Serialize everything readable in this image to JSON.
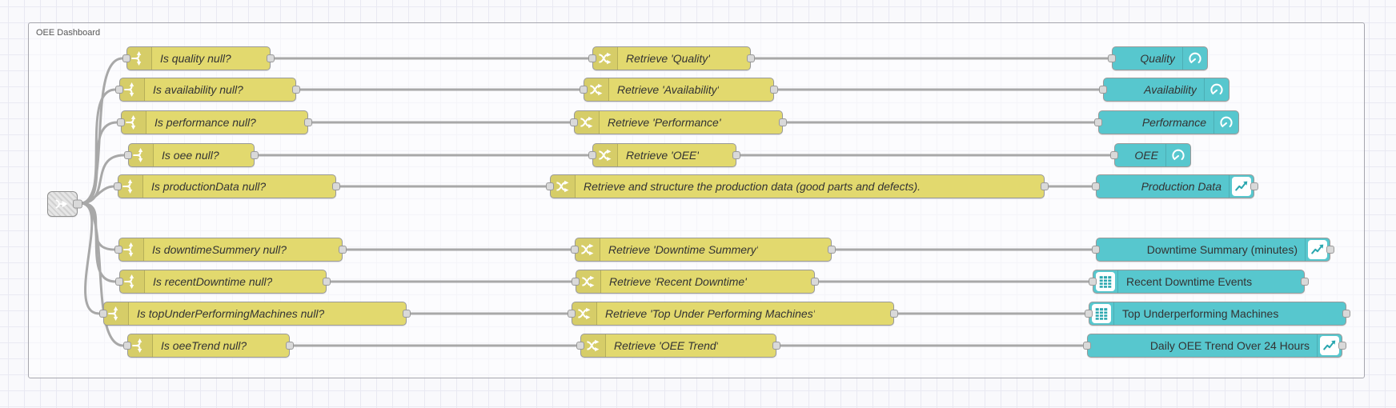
{
  "group": {
    "label": "OEE Dashboard"
  },
  "colors": {
    "function_node": "#e2d96e",
    "dashboard_node": "#57c7ce",
    "wire": "#a8a8a8",
    "canvas_grid": "#e9e9f2"
  },
  "link_node": {
    "icon": "link-in-icon"
  },
  "rows": [
    {
      "condition_label": "Is quality null?",
      "retrieve_label": "Retrieve 'Quality'",
      "widget_label": "Quality",
      "widget_icon": "gauge-icon"
    },
    {
      "condition_label": "Is availability null?",
      "retrieve_label": "Retrieve 'Availability'",
      "widget_label": "Availability",
      "widget_icon": "gauge-icon"
    },
    {
      "condition_label": "Is performance null?",
      "retrieve_label": "Retrieve 'Performance'",
      "widget_label": "Performance",
      "widget_icon": "gauge-icon"
    },
    {
      "condition_label": "Is oee null?",
      "retrieve_label": "Retrieve 'OEE'",
      "widget_label": "OEE",
      "widget_icon": "gauge-icon"
    },
    {
      "condition_label": "Is productionData null?",
      "retrieve_label": "Retrieve and structure the production data (good parts and defects).",
      "widget_label": "Production Data",
      "widget_icon": "line-chart-icon"
    },
    {
      "condition_label": "Is downtimeSummery null?",
      "retrieve_label": "Retrieve 'Downtime Summery'",
      "widget_label": "Downtime Summary (minutes)",
      "widget_icon": "line-chart-icon"
    },
    {
      "condition_label": "Is recentDowntime null?",
      "retrieve_label": "Retrieve 'Recent Downtime'",
      "widget_label": "Recent Downtime Events",
      "widget_icon": "table-icon"
    },
    {
      "condition_label": "Is topUnderPerformingMachines null?",
      "retrieve_label": "Retrieve 'Top Under Performing Machines'",
      "widget_label": "Top Underperforming Machines",
      "widget_icon": "table-icon"
    },
    {
      "condition_label": "Is oeeTrend null?",
      "retrieve_label": "Retrieve 'OEE Trend'",
      "widget_label": "Daily OEE Trend Over 24 Hours",
      "widget_icon": "line-chart-icon"
    }
  ]
}
